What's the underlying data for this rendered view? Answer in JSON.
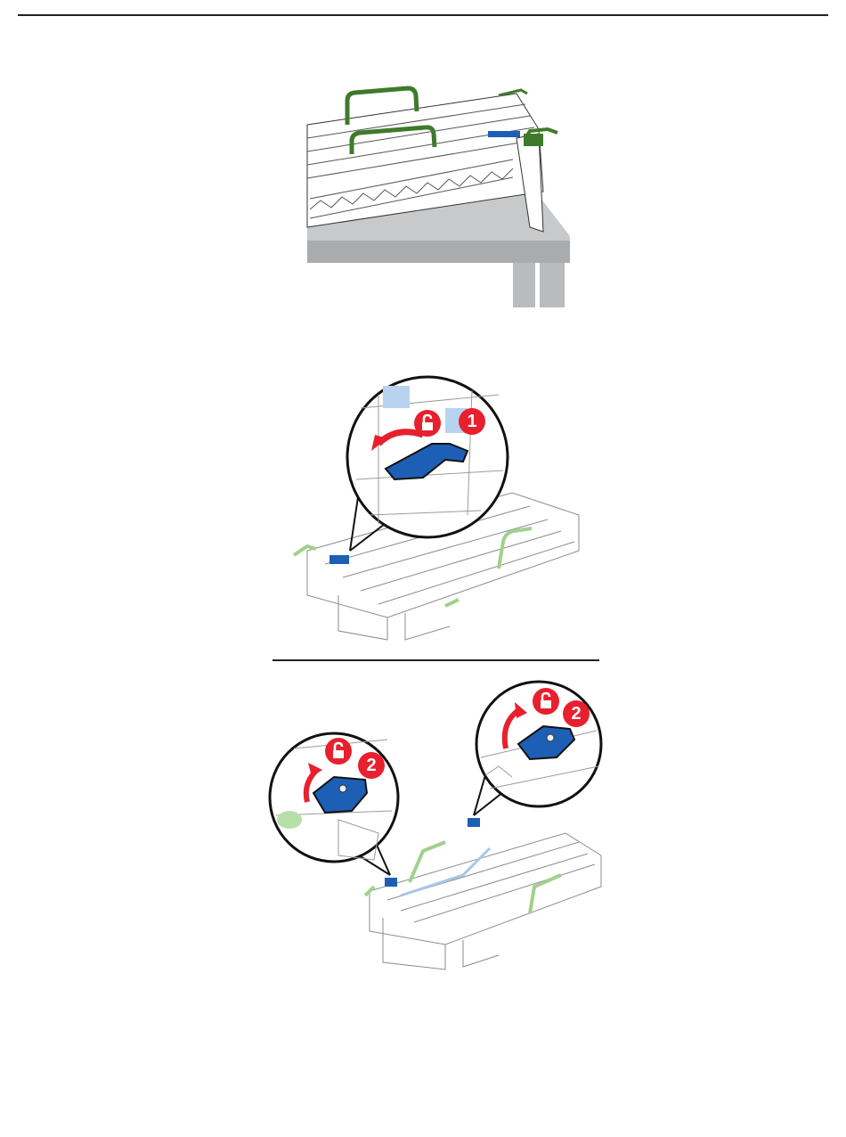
{
  "page": {
    "figures": [
      {
        "name": "imaging-kit-on-table",
        "description_icon": "imaging-unit-on-table-illustration"
      },
      {
        "name": "unlock-black-cartridge-lever",
        "step_badge": "1",
        "icon": "unlock-icon"
      },
      {
        "name": "unlock-both-side-locks",
        "step_badge_left": "2",
        "step_badge_right": "2",
        "icon": "unlock-icon"
      }
    ]
  },
  "colors": {
    "accent_red": "#e8202e",
    "lever_blue": "#1c5fb5",
    "handle_green": "#3f7a2a",
    "handle_light_green": "#9fd18c",
    "table_gray": "#c7c9cb"
  }
}
